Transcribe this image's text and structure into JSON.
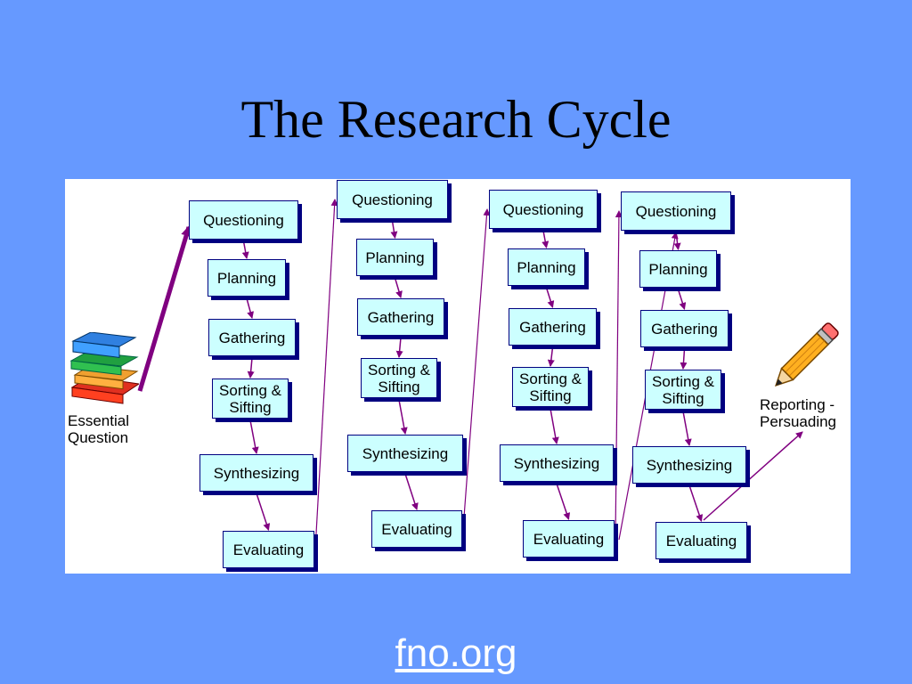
{
  "title": "The Research Cycle",
  "footer_link": "fno.org",
  "colors": {
    "background": "#6699ff",
    "box_fill": "#ccffff",
    "box_border": "#000080",
    "arrow": "#800080"
  },
  "start_label": "Essential\nQuestion",
  "end_label": "Reporting -\nPersuading",
  "cycles": [
    {
      "steps": [
        "Questioning",
        "Planning",
        "Gathering",
        "Sorting &\nSifting",
        "Synthesizing",
        "Evaluating"
      ]
    },
    {
      "steps": [
        "Questioning",
        "Planning",
        "Gathering",
        "Sorting &\nSifting",
        "Synthesizing",
        "Evaluating"
      ]
    },
    {
      "steps": [
        "Questioning",
        "Planning",
        "Gathering",
        "Sorting &\nSifting",
        "Synthesizing",
        "Evaluating"
      ]
    },
    {
      "steps": [
        "Questioning",
        "Planning",
        "Gathering",
        "Sorting &\nSifting",
        "Synthesizing",
        "Evaluating"
      ]
    }
  ],
  "icons": [
    "books-icon",
    "pencil-icon"
  ]
}
